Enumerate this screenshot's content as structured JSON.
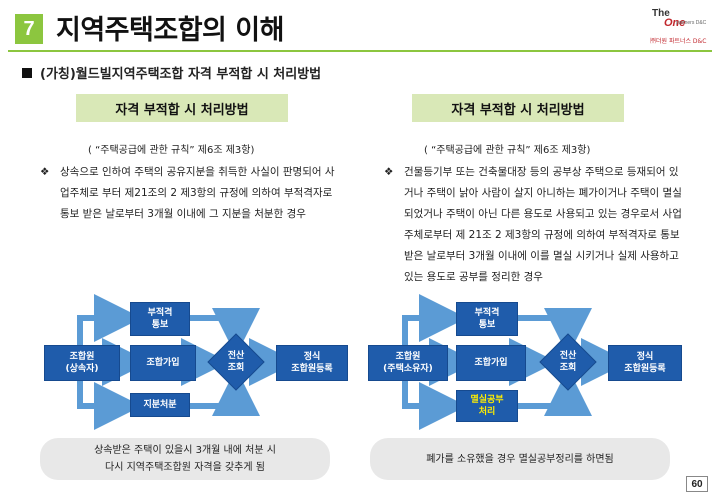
{
  "header": {
    "number": "7",
    "title": "지역주택조합의 이해",
    "logo": {
      "the": "The",
      "one": "One",
      "sub": "partners D&C",
      "brand": "㈜더원 파트너스 D&C"
    }
  },
  "section": {
    "heading": "(가칭)월드빌지역주택조합 자격 부적합 시 처리방법"
  },
  "columns": [
    {
      "title": "자격 부적합 시 처리방법",
      "reference": "( “주택공급에 관한 규칙” 제6조 제3항)",
      "bullet": "❖",
      "body_lines": [
        "상속으로 인하여 주택의 공유지분을 취득한 사실이 판명되어 사",
        "업주체로 부터 제21조의 2 제3항의 규정에 의하여 부적격자로",
        "통보 받은 날로부터 3개월 이내에 그 지분을 처분한 경우"
      ],
      "flow": {
        "left": [
          "조합원",
          "(상속자)"
        ],
        "join": "조합가입",
        "top": [
          "부적격",
          "통보"
        ],
        "bottom": [
          "지분처분"
        ],
        "diamond": [
          "전산",
          "조회"
        ],
        "right": [
          "정식",
          "조합원등록"
        ]
      },
      "note_lines": [
        "상속받은 주택이 있을시 3개월 내에 처분 시",
        "다시 지역주택조합원 자격을 갖추게 됨"
      ]
    },
    {
      "title": "자격 부적합 시 처리방법",
      "reference": "( “주택공급에 관한 규칙” 제6조 제3항)",
      "bullet": "❖",
      "body_lines": [
        "건물등기부 또는 건축물대장 등의 공부상 주택으로 등재되어 있",
        "거나 주택이 낡아 사람이 살지 아니하는 폐가이거나 주택이 멸실",
        "되었거나 주택이 아닌 다른 용도로 사용되고 있는 경우로서 사업",
        "주체로부터 제 21조 2 제3항의 규정에 의하여 부적격자로 통보",
        "받은 날로부터 3개월 이내에 이를 멸실 시키거나 실제 사용하고",
        "있는 용도로 공부를 정리한 경우"
      ],
      "flow": {
        "left": [
          "조합원",
          "(주택소유자)"
        ],
        "join": "조합가입",
        "top": [
          "부적격",
          "통보"
        ],
        "bottom": [
          "멸실공부",
          "처리"
        ],
        "diamond": [
          "전산",
          "조회"
        ],
        "right": [
          "정식",
          "조합원등록"
        ]
      },
      "note_lines": [
        "폐가를 소유했을 경우 멸실공부정리를 하면됨"
      ]
    }
  ],
  "page_number": "60",
  "colors": {
    "accent_green": "#8cc63f",
    "title_bar": "#d9e8b7",
    "flow_blue": "#1f5cab",
    "arrow_blue": "#5b9bd5",
    "highlight_yellow": "#ffee00"
  }
}
